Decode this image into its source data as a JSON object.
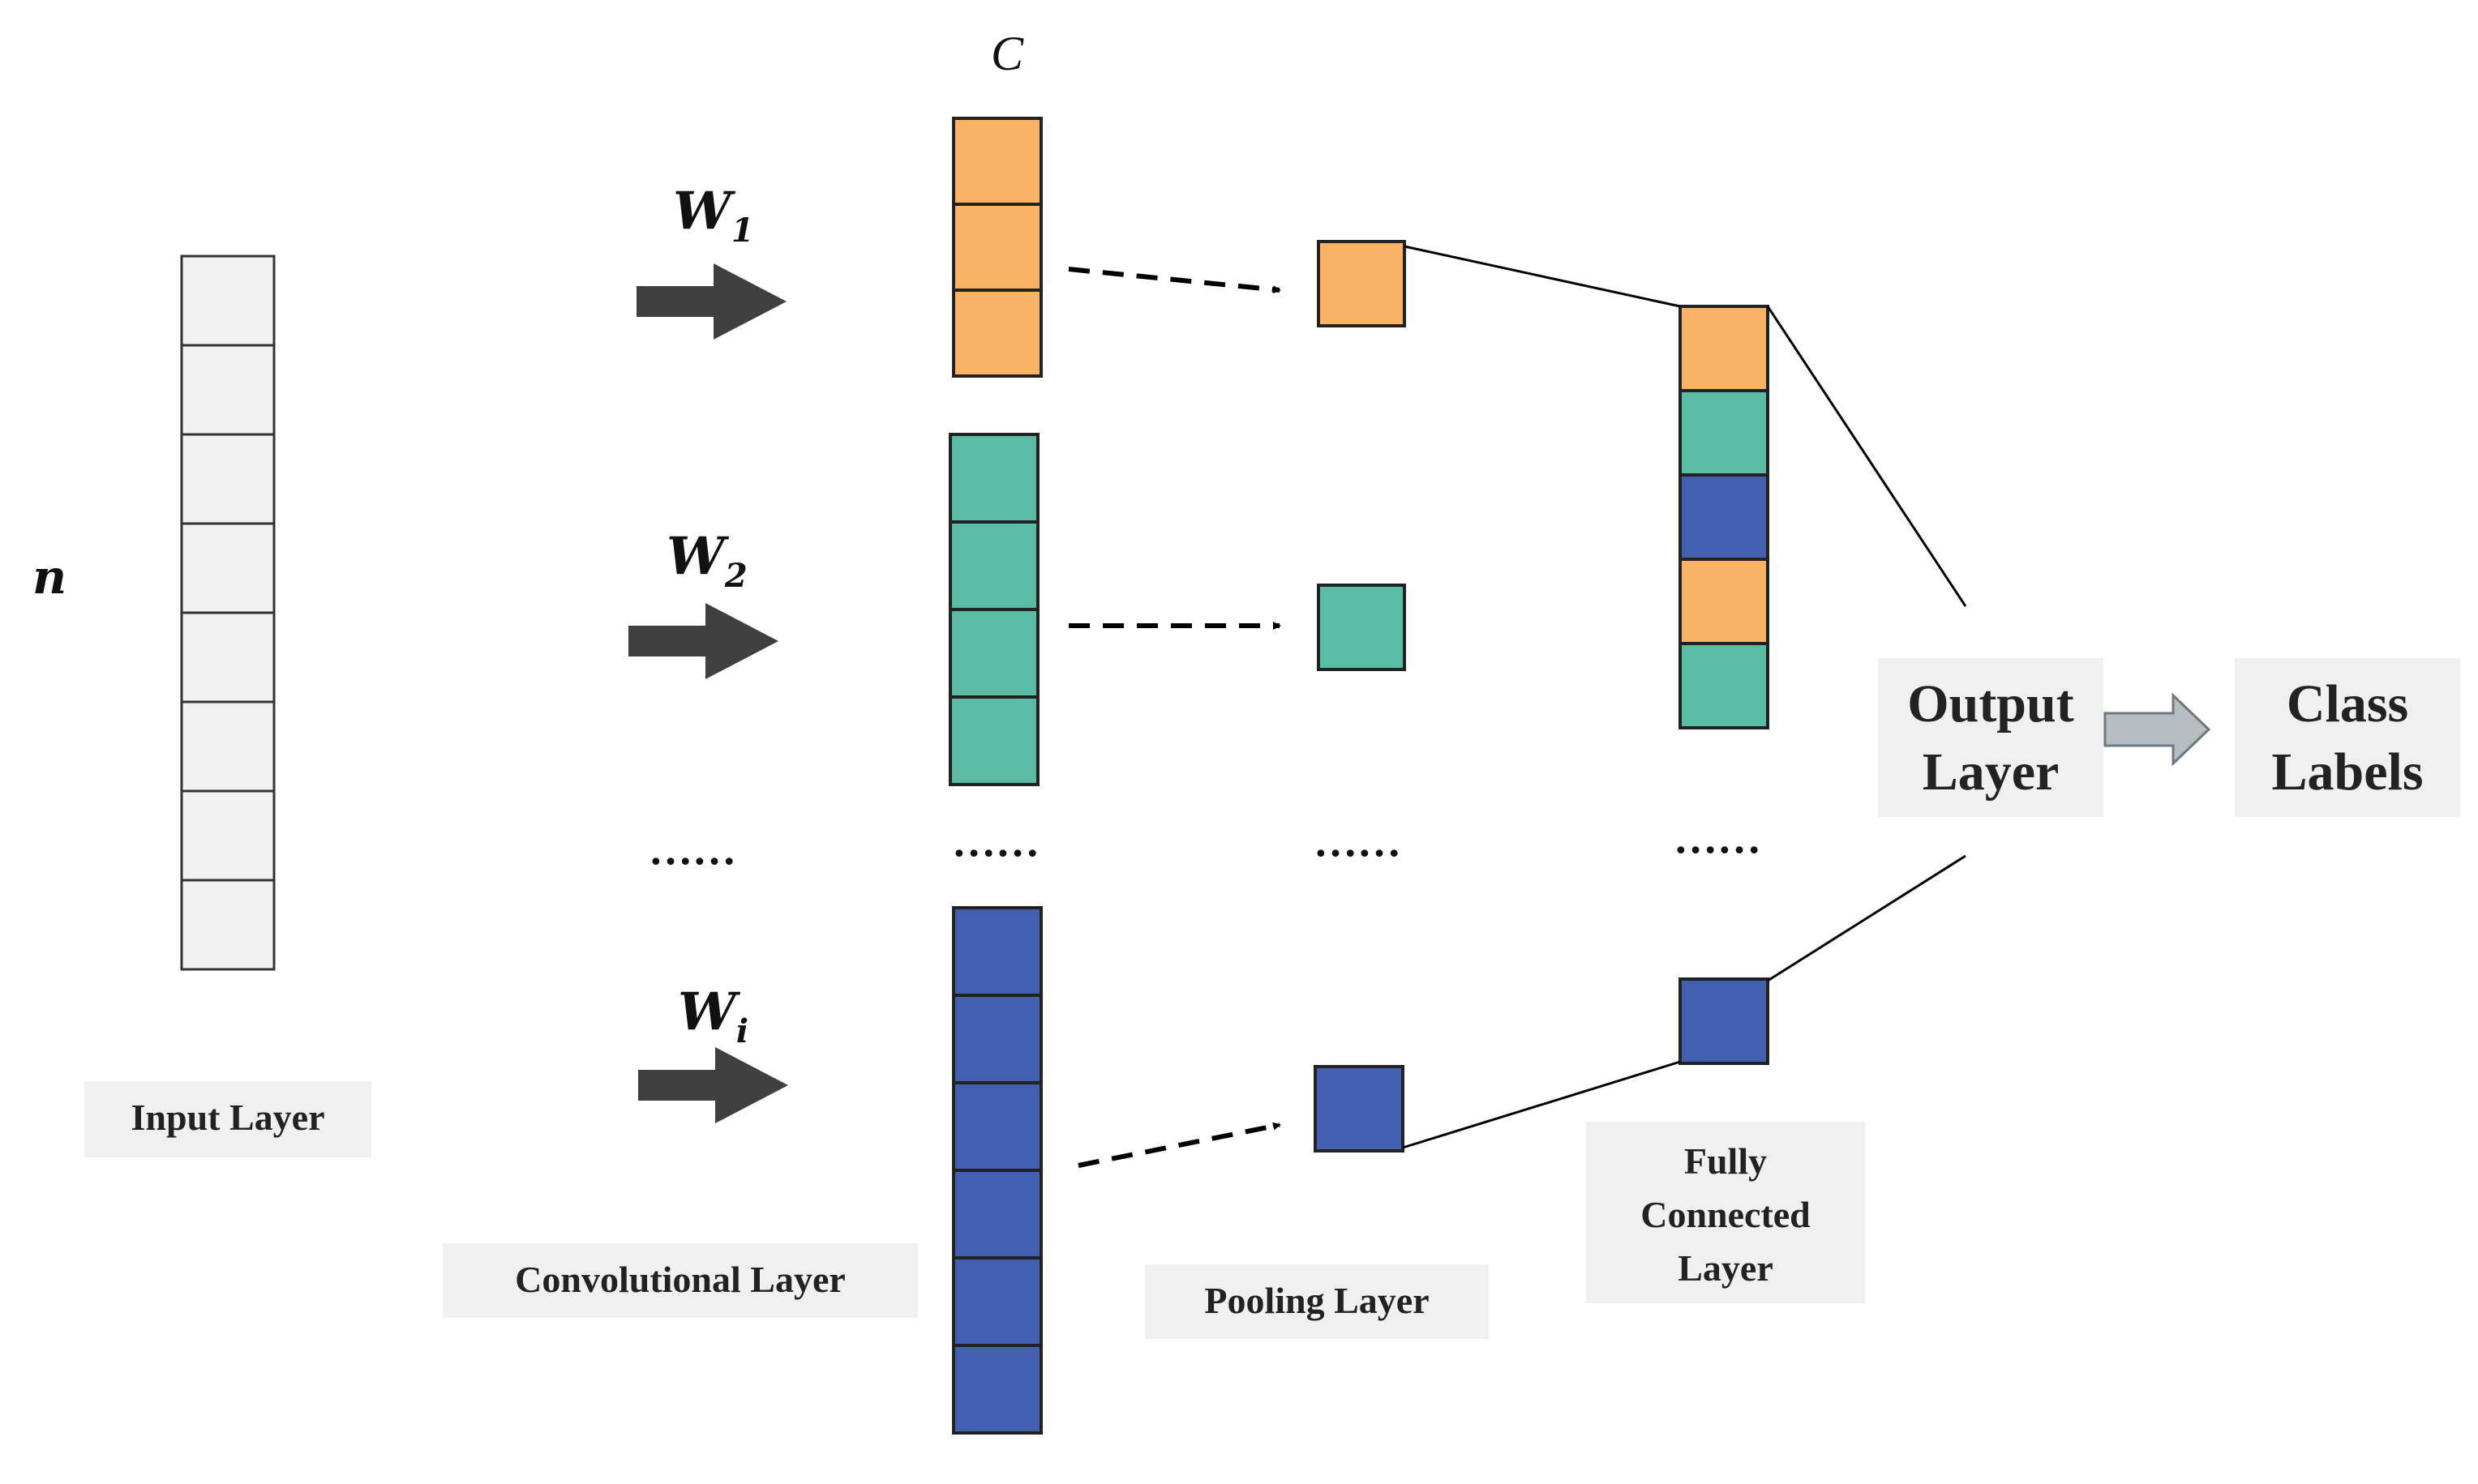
{
  "colors": {
    "orange": "#fbb264",
    "teal": "#5bbca6",
    "blue": "#4360b0",
    "input_cell": "#f2f2f2",
    "label_box": "#f0f0f0",
    "arrow": "#404040",
    "output_arrow": "#b6bec4"
  },
  "symbols": {
    "n": "n",
    "c": "C",
    "w": "W",
    "w1_sub": "1",
    "w2_sub": "2",
    "wi_sub": "i"
  },
  "ellipsis": "……",
  "labels": {
    "input_layer": "Input Layer",
    "convolutional_layer": "Convolutional Layer",
    "pooling_layer": "Pooling Layer",
    "fully_connected_line1": "Fully",
    "fully_connected_line2": "Connected",
    "fully_connected_line3": "Layer",
    "output_line1": "Output",
    "output_line2": "Layer",
    "class_line1": "Class",
    "class_line2": "Labels"
  },
  "structure": {
    "input_cells": 8,
    "conv1_cells": 3,
    "conv2_cells": 4,
    "convi_cells": 6,
    "fc_colors": [
      "orange",
      "teal",
      "blue",
      "orange",
      "teal"
    ]
  }
}
